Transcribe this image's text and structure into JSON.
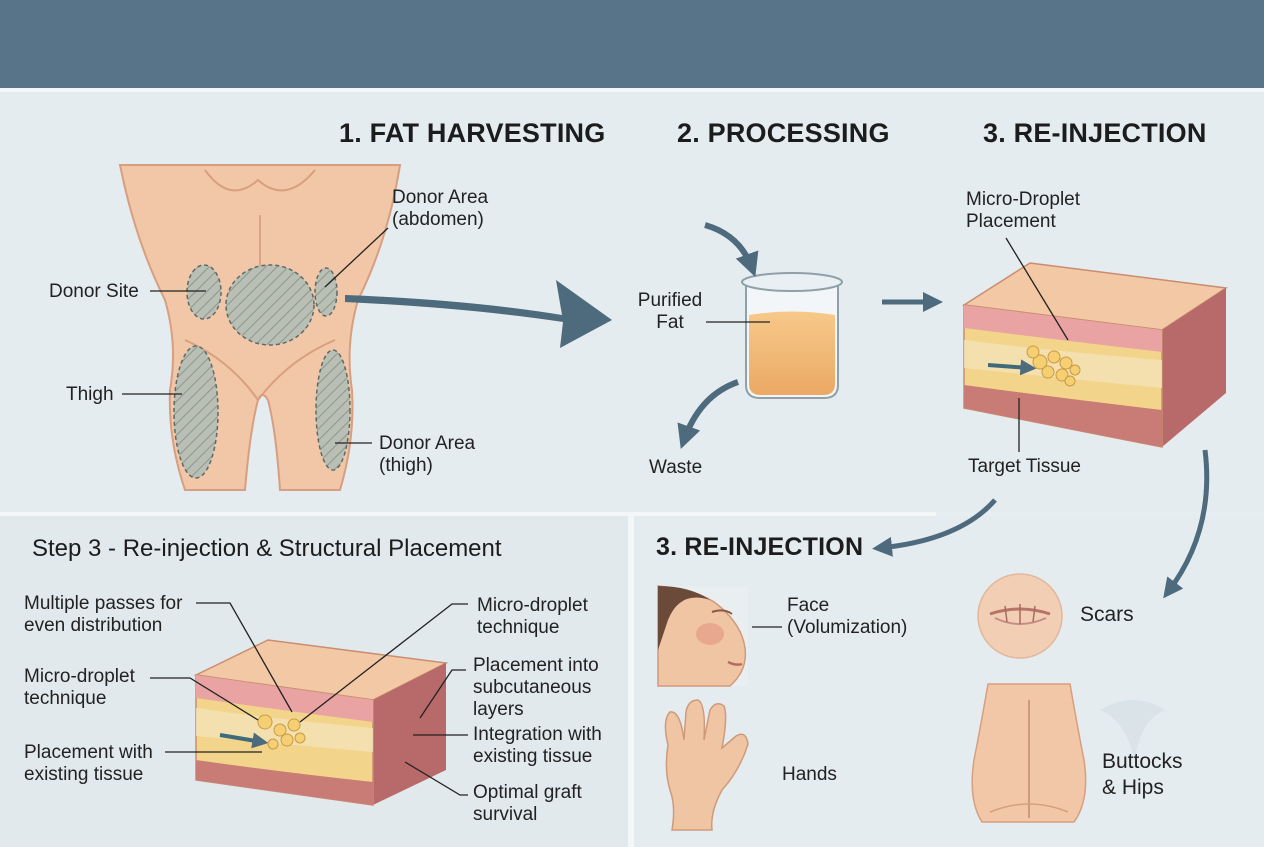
{
  "steps": {
    "harvest_title": "1. FAT HARVESTING",
    "process_title": "2. PROCESSING",
    "reinject_title": "3. RE-INJECTION"
  },
  "harvest_labels": {
    "donor_abdomen_1": "Donor Area",
    "donor_abdomen_2": "(abdomen)",
    "donor_site": "Donor Site",
    "thigh": "Thigh",
    "donor_thigh_1": "Donor Area",
    "donor_thigh_2": "(thigh)"
  },
  "process_labels": {
    "purified_1": "Purified",
    "purified_2": "Fat",
    "waste": "Waste"
  },
  "reinject_labels": {
    "micro_1": "Micro-Droplet",
    "micro_2": "Placement",
    "target": "Target Tissue"
  },
  "step3_panel": {
    "title": "Step 3 - Re-injection & Structural Placement",
    "multiple_1": "Multiple passes for",
    "multiple_2": "even distribution",
    "micro_left_1": "Micro-droplet",
    "micro_left_2": "technique",
    "placement_existing_1": "Placement with",
    "placement_existing_2": "existing tissue",
    "micro_right_1": "Micro-droplet",
    "micro_right_2": "technique",
    "subq_1": "Placement into",
    "subq_2": "subcutaneous",
    "subq_3": "layers",
    "integration_1": "Integration with",
    "integration_2": "existing tissue",
    "optimal_1": "Optimal graft",
    "optimal_2": "survival"
  },
  "areas_panel": {
    "title": "3. RE-INJECTION",
    "face_1": "Face",
    "face_2": "(Volumization)",
    "scars": "Scars",
    "hands": "Hands",
    "buttocks_1": "Buttocks",
    "buttocks_2": "& Hips"
  },
  "colors": {
    "header": "#587488",
    "arrow": "#4e6a7d",
    "skin": "#f0c9a8",
    "fat": "#f2d58a",
    "dermis": "#e9a3a3"
  }
}
